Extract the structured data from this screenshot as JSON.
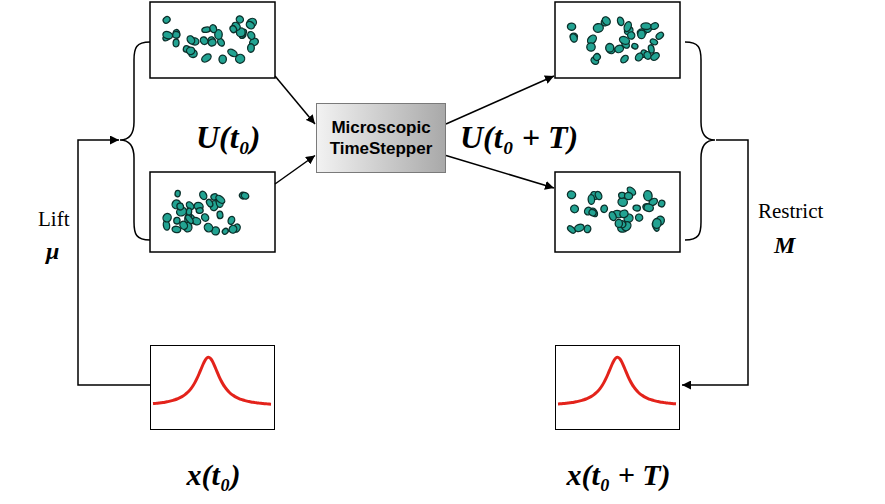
{
  "diagram": {
    "nodes": [
      {
        "text": [
          "x(t₀)"
        ]
      },
      {
        "text": [
          "Microscopic TimeStepper"
        ]
      },
      {
        "text": [
          "x(t₀ + T)"
        ]
      }
    ],
    "labels": [
      "U(t₀)",
      "U(t₀ + T)",
      "Lift",
      "μ",
      "Restrict",
      "M"
    ]
  }
}
